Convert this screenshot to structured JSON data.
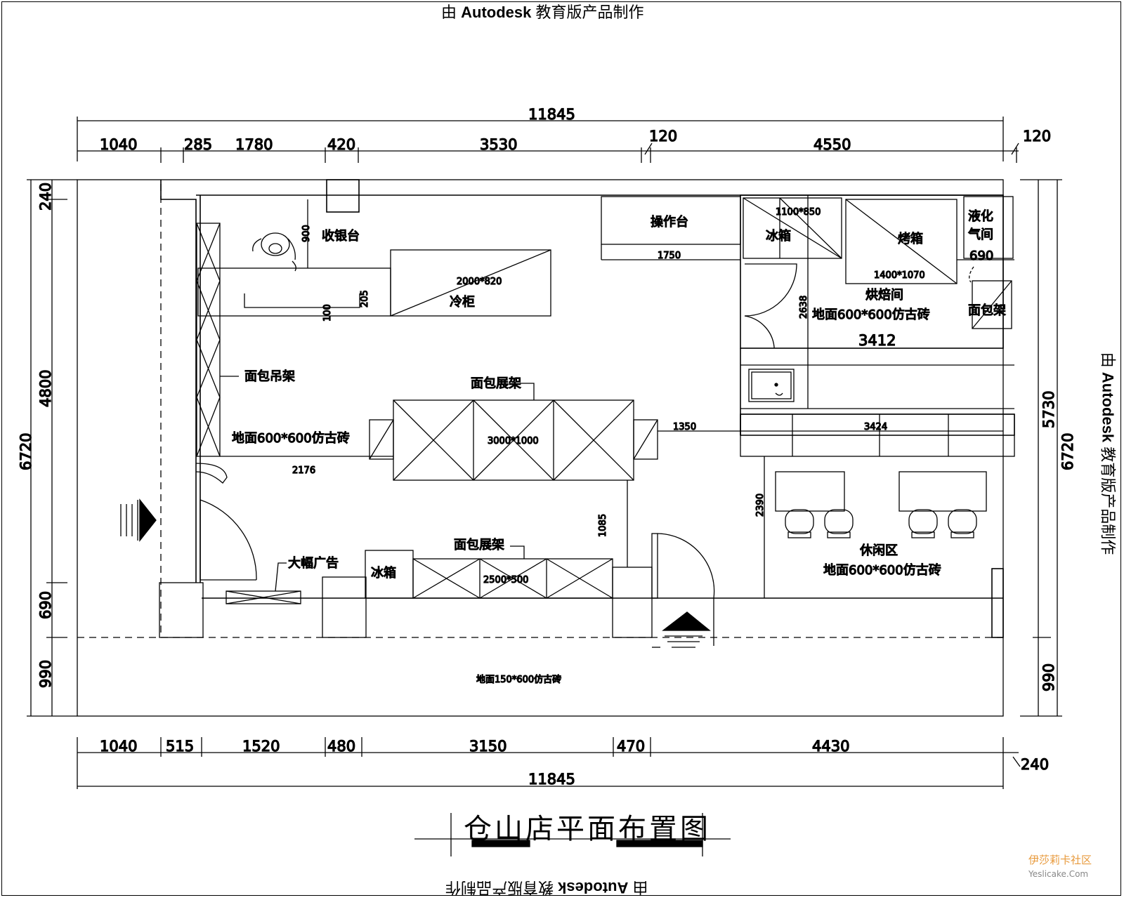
{
  "watermark": {
    "prefix": "由",
    "brand": "Autodesk",
    "suffix": "教育版产品制作"
  },
  "title": "仓山店平面布置图",
  "brand_mark": {
    "name": "伊莎莉卡社区",
    "url": "Yeslicake.Com"
  },
  "dims_top": {
    "total": "11845",
    "d1": "1040",
    "d2": "285",
    "d3": "1780",
    "d4": "420",
    "d5": "3530",
    "d6": "120",
    "d7": "4550",
    "d8": "120"
  },
  "dims_bottom": {
    "total": "11845",
    "d1": "1040",
    "d2": "515",
    "d3": "1520",
    "d4": "480",
    "d5": "3150",
    "d6": "470",
    "d7": "4430",
    "d8": "240"
  },
  "dims_left": {
    "total": "6720",
    "d1": "240",
    "d2": "4800",
    "d3": "690",
    "d4": "990"
  },
  "dims_right": {
    "total": "6720",
    "d1": "5730",
    "d2": "990"
  },
  "labels": {
    "cashier": "收银台",
    "cashier_dim": "900",
    "cold_cabinet_size": "2000*820",
    "cold_cabinet": "冷柜",
    "dim_205": "205",
    "dim_100": "100",
    "op_table": "操作台",
    "op_table_dim": "1750",
    "fridge1_size": "1100*850",
    "fridge1": "冰箱",
    "oven": "烤箱",
    "oven_size": "1400*1070",
    "gas_room_1": "液化",
    "gas_room_2": "气间",
    "gas_dim": "690",
    "bread_rack_room": "面包架",
    "bake_room": "烘焙间",
    "bake_floor": "地面600*600仿古砖",
    "bake_dim_w": "3412",
    "bake_dim_h": "2638",
    "hang_rack": "面包吊架",
    "main_floor": "地面600*600仿古砖",
    "display1": "面包展架",
    "display1_size": "3000*1000",
    "dim_2176": "2176",
    "dim_1350": "1350",
    "dim_3424": "3424",
    "dim_1085": "1085",
    "dim_2390": "2390",
    "display2": "面包展架",
    "display2_size": "2500*500",
    "fridge2": "冰箱",
    "banner": "大幅广告",
    "rest_area": "休闲区",
    "rest_floor": "地面600*600仿古砖",
    "outdoor_floor": "地面150*600仿古砖"
  }
}
